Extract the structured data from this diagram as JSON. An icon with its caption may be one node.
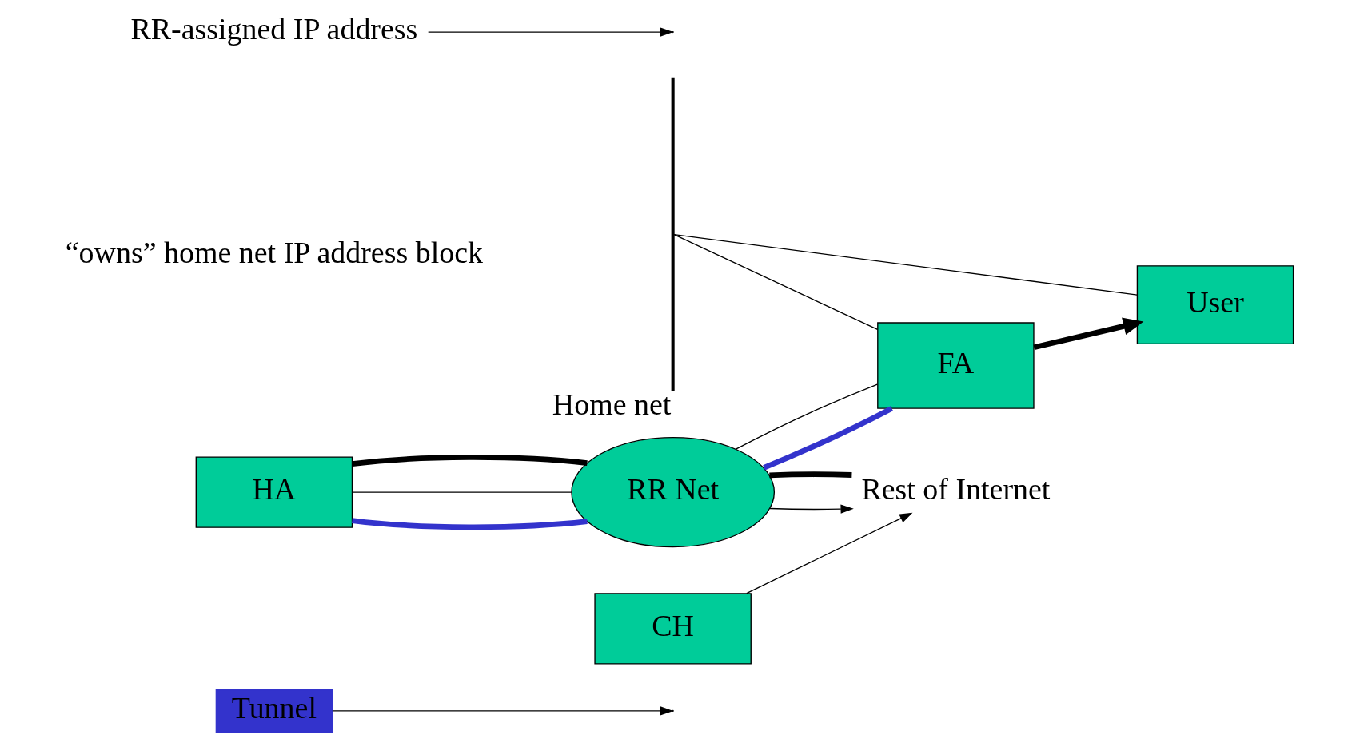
{
  "diagram": {
    "nodes": [
      {
        "text": [
          "Tunnel"
        ]
      },
      {
        "text": [
          "HA"
        ]
      },
      {
        "text": [
          "“owns” home net IP address block"
        ]
      },
      {
        "text": [],
        "shape": "bar",
        "beside": [
          "Home net"
        ]
      },
      {
        "text": [
          "FA"
        ]
      },
      {
        "text": [
          "RR Net"
        ]
      },
      {
        "text": [
          "User"
        ]
      },
      {
        "text": [
          "Rest of Internet"
        ]
      },
      {
        "text": [
          "CH"
        ]
      },
      {
        "text": [
          "RR-assigned IP address"
        ]
      }
    ],
    "edges": [
      {
        "from": 0,
        "to": null,
        "arrow": "to"
      },
      {
        "from": 3,
        "to": 4,
        "arrow": "none"
      },
      {
        "from": 3,
        "to": 6,
        "arrow": "none"
      },
      {
        "from": 4,
        "to": 5,
        "arrow": "none"
      },
      {
        "from": 5,
        "to": 1,
        "arrow": "none"
      },
      {
        "from": 5,
        "to": 7,
        "arrow": "to"
      },
      {
        "from": 8,
        "to": 7,
        "arrow": "to"
      },
      {
        "from": 9,
        "to": null,
        "arrow": "to"
      },
      {
        "from": 7,
        "to": 5,
        "arrow": "none",
        "style": "thick"
      },
      {
        "from": 5,
        "to": 1,
        "arrow": "none",
        "style": "thick"
      },
      {
        "from": 1,
        "to": 5,
        "arrow": "none",
        "style": "thick",
        "color": "#3333cc"
      },
      {
        "from": 5,
        "to": 4,
        "arrow": "none",
        "style": "thick",
        "color": "#3333cc"
      },
      {
        "from": 4,
        "to": 6,
        "arrow": "to",
        "style": "thick"
      }
    ]
  }
}
